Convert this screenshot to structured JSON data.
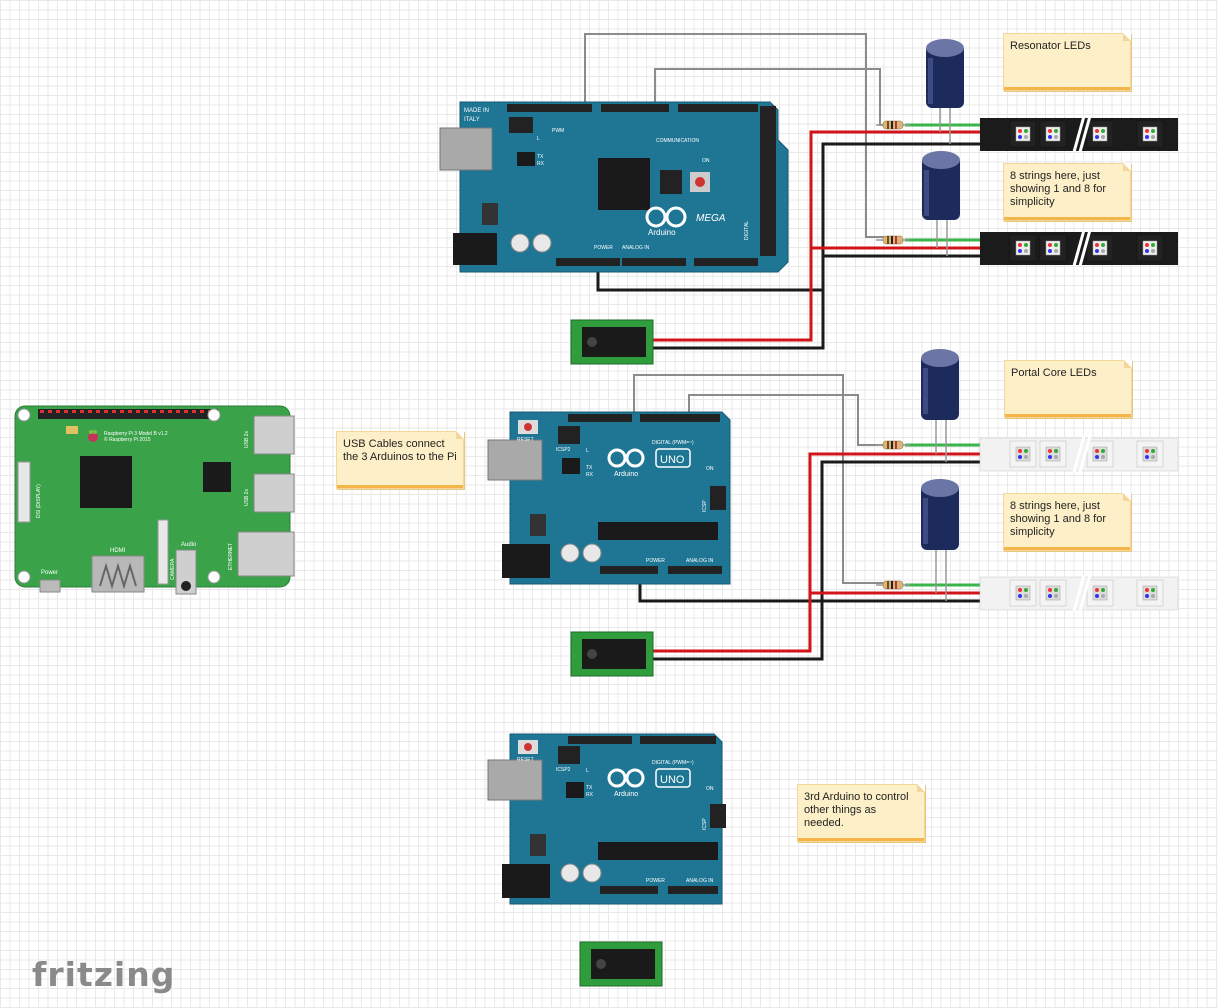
{
  "notes": {
    "resonator": "Resonator LEDs",
    "strings_top": "8 strings here, just showing 1 and 8 for simplicity",
    "portal": "Portal Core LEDs",
    "strings_bottom": "8 strings here, just showing 1 and 8 for simplicity",
    "usb": "USB Cables connect the 3 Arduinos to the Pi",
    "third": "3rd Arduino to control other things as needed."
  },
  "mega": {
    "made_in": "MADE IN",
    "italy": "ITALY",
    "brand": "Arduino",
    "model": "MEGA",
    "pwm": "PWM",
    "communication": "COMMUNICATION",
    "power": "POWER",
    "analog_in": "ANALOG IN",
    "digital": "DIGITAL",
    "on": "ON",
    "tx": "TX",
    "rx": "RX",
    "l": "L"
  },
  "uno": {
    "brand": "Arduino",
    "model": "UNO",
    "reset": "RESET",
    "icsp2": "ICSP2",
    "icsp": "ICSP",
    "digital_pwm": "DIGITAL (PWM=~)",
    "power": "POWER",
    "analog_in": "ANALOG IN",
    "on": "ON",
    "tx": "TX",
    "rx": "RX",
    "l": "L"
  },
  "pi": {
    "model": "Raspberry Pi 3 Model B v1.2",
    "copyright": "© Raspberry Pi 2015",
    "hdmi": "HDMI",
    "audio": "Audio",
    "power": "Power",
    "usb1": "USB 2x",
    "usb2": "USB 2x",
    "ethernet": "ETHERNET",
    "camera": "CAMERA",
    "display": "DSI (DISPLAY)"
  },
  "logo": "fritzing",
  "colors": {
    "board_blue": "#1f7694",
    "pi_green": "#3aa34a",
    "wire_red": "#d2141a",
    "wire_black": "#1a1a1a",
    "wire_gray": "#8b8b8b",
    "wire_green": "#39b54a",
    "note_fill": "#fdf0c8",
    "note_bar": "#f5b548"
  }
}
